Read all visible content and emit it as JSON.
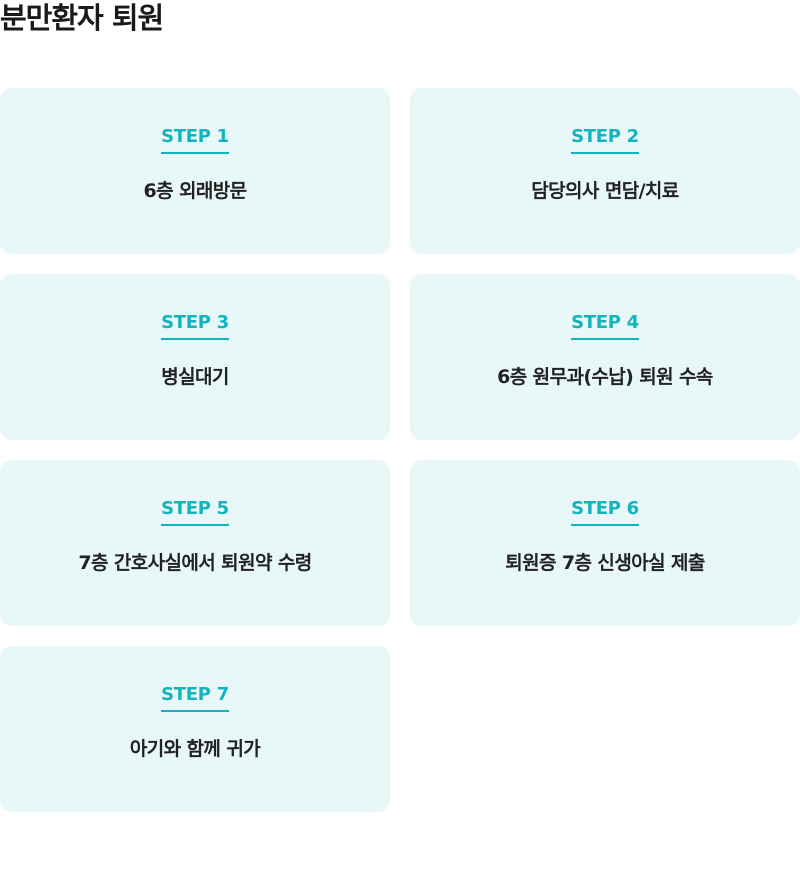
{
  "page": {
    "title": "분만환자 퇴원"
  },
  "steps": [
    {
      "label": "STEP 1",
      "text": "6층 외래방문"
    },
    {
      "label": "STEP 2",
      "text": "담당의사 면담/치료"
    },
    {
      "label": "STEP 3",
      "text": "병실대기"
    },
    {
      "label": "STEP 4",
      "text": "6층 원무과(수납) 퇴원 수속"
    },
    {
      "label": "STEP 5",
      "text": "7층 간호사실에서 퇴원약 수령"
    },
    {
      "label": "STEP 6",
      "text": "퇴원증 7층 신생아실 제출"
    },
    {
      "label": "STEP 7",
      "text": "아기와 함께 귀가"
    }
  ],
  "colors": {
    "accent": "#13b3c0",
    "card_background": "#e8f7f8",
    "text": "#222222"
  }
}
